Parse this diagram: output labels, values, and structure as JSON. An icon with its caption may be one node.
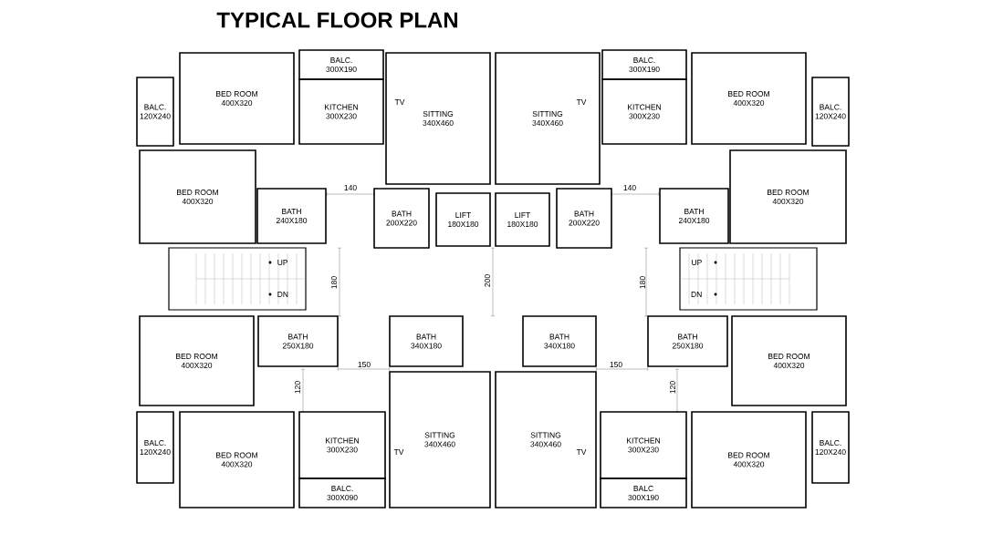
{
  "diagram": {
    "title": "TYPICAL FLOOR PLAN",
    "nodes": [
      {
        "text": [
          "BED ROOM",
          "400X320"
        ]
      },
      {
        "text": [
          "BALC.",
          "120X240"
        ]
      },
      {
        "text": [
          "BALC.",
          "300X190"
        ]
      },
      {
        "text": [
          "KITCHEN",
          "300X230"
        ]
      },
      {
        "text": [
          "SITTING",
          "340X460"
        ]
      },
      {
        "text": [
          "SITTING",
          "340X460"
        ]
      },
      {
        "text": [
          "BALC.",
          "300X190"
        ]
      },
      {
        "text": [
          "KITCHEN",
          "300X230"
        ]
      },
      {
        "text": [
          "BED ROOM",
          "400X320"
        ]
      },
      {
        "text": [
          "BALC.",
          "120X240"
        ]
      },
      {
        "text": [
          "BED ROOM",
          "400X320"
        ]
      },
      {
        "text": [
          "BATH",
          "240X180"
        ]
      },
      {
        "text": [
          "BATH",
          "200X220"
        ]
      },
      {
        "text": [
          "LIFT",
          "180X180"
        ]
      },
      {
        "text": [
          "LIFT",
          "180X180"
        ]
      },
      {
        "text": [
          "BATH",
          "200X220"
        ]
      },
      {
        "text": [
          "BATH",
          "240X180"
        ]
      },
      {
        "text": [
          "BED ROOM",
          "400X320"
        ]
      },
      {
        "text": [
          "BATH",
          "250X180"
        ]
      },
      {
        "text": [
          "BATH",
          "340X180"
        ]
      },
      {
        "text": [
          "BATH",
          "340X180"
        ]
      },
      {
        "text": [
          "BATH",
          "250X180"
        ]
      },
      {
        "text": [
          "BED ROOM",
          "400X320"
        ]
      },
      {
        "text": [
          "SITTING",
          "340X460"
        ]
      },
      {
        "text": [
          "SITTING",
          "340X460"
        ]
      },
      {
        "text": [
          "BED ROOM",
          "400X320"
        ]
      },
      {
        "text": [
          "BALC.",
          "120X240"
        ]
      },
      {
        "text": [
          "KITCHEN",
          "300X230"
        ]
      },
      {
        "text": [
          "KITCHEN",
          "300X230"
        ]
      },
      {
        "text": [
          "BALC.",
          "120X240"
        ]
      },
      {
        "text": [
          "BED ROOM",
          "400X320"
        ]
      },
      {
        "text": [
          "BALC.",
          "300X090"
        ]
      },
      {
        "text": [
          "BALC",
          "300X190"
        ]
      },
      {
        "text": [
          "BED ROOM",
          "400X320"
        ]
      }
    ],
    "labels": [
      "TV",
      "TV",
      "140",
      "140",
      "UP",
      "UP",
      "180",
      "200",
      "180",
      "DN",
      "DN",
      "150",
      "150",
      "120",
      "120",
      "TV",
      "TV"
    ]
  }
}
